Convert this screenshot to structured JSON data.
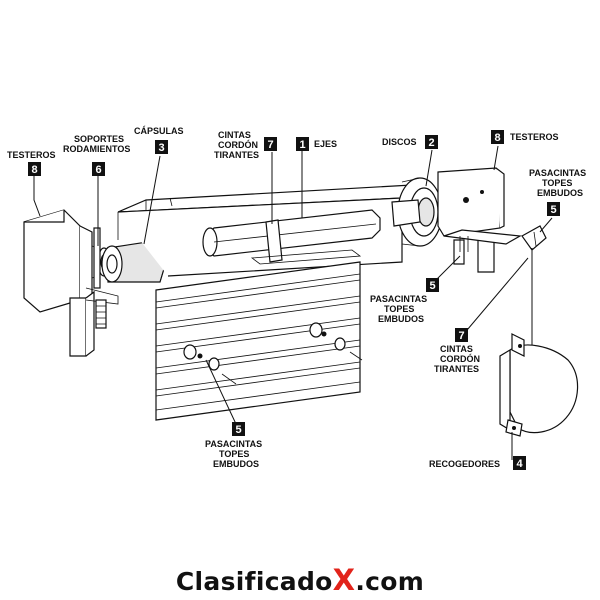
{
  "labels": {
    "testeros_left": {
      "number": "8",
      "lines": [
        "TESTEROS"
      ]
    },
    "soportes": {
      "number": "6",
      "lines": [
        "SOPORTES",
        "RODAMIENTOS"
      ]
    },
    "capsulas": {
      "number": "3",
      "lines": [
        "CÁPSULAS"
      ]
    },
    "cintas_top": {
      "number": "7",
      "lines": [
        "CINTAS",
        "CORDÓN",
        "TIRANTES"
      ]
    },
    "ejes": {
      "number": "1",
      "lines": [
        "EJES"
      ]
    },
    "discos": {
      "number": "2",
      "lines": [
        "DISCOS"
      ]
    },
    "testeros_right": {
      "number": "8",
      "lines": [
        "TESTEROS"
      ]
    },
    "pasacintas_right": {
      "number": "5",
      "lines": [
        "PASACINTAS",
        "TOPES",
        "EMBUDOS"
      ]
    },
    "pasacintas_mid": {
      "number": "5",
      "lines": [
        "PASACINTAS",
        "TOPES",
        "EMBUDOS"
      ]
    },
    "cintas_right": {
      "number": "7",
      "lines": [
        "CINTAS",
        "CORDÓN",
        "TIRANTES"
      ]
    },
    "pasacintas_bottom": {
      "number": "5",
      "lines": [
        "PASACINTAS",
        "TOPES",
        "EMBUDOS"
      ]
    },
    "recogedores": {
      "number": "4",
      "lines": [
        "RECOGEDORES"
      ]
    }
  },
  "watermark": {
    "main": "Clasificado",
    "accent": "X",
    "suffix": ".com",
    "accent_color": "#e2231a"
  }
}
